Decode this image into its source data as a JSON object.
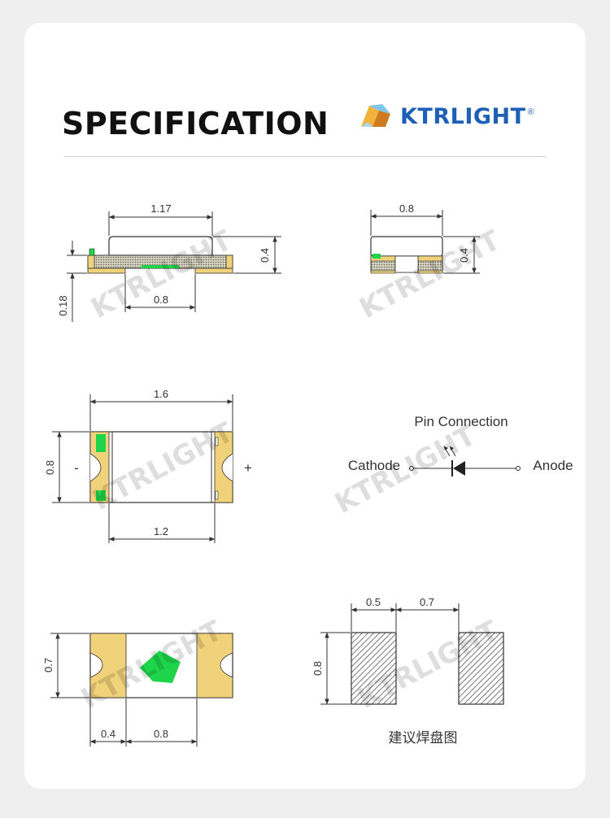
{
  "header": {
    "title": "SPECIFICATION",
    "brand": "KTRLIGHT",
    "brand_mark": "®"
  },
  "watermark_text": "KTRLIGHT",
  "side_view": {
    "width": "1.17",
    "height": "0.4",
    "pad_height": "0.18",
    "pad_spacing": "0.8"
  },
  "end_view": {
    "width": "0.8",
    "height": "0.4"
  },
  "top_view": {
    "length": "1.6",
    "width": "0.8",
    "inner_length": "1.2",
    "minus": "-",
    "plus": "+"
  },
  "pin_connection": {
    "title": "Pin Connection",
    "cathode": "Cathode",
    "anode": "Anode"
  },
  "bottom_view": {
    "width": "0.7",
    "pad_width": "0.4",
    "pad_spacing": "0.8"
  },
  "solder_pad": {
    "pad_width": "0.5",
    "gap": "0.7",
    "height": "0.8",
    "caption": "建议焊盘图"
  },
  "colors": {
    "brand_blue": "#1e5fb8",
    "pad_gold": "#f0d27a",
    "emitter_green": "#1dd44a"
  }
}
